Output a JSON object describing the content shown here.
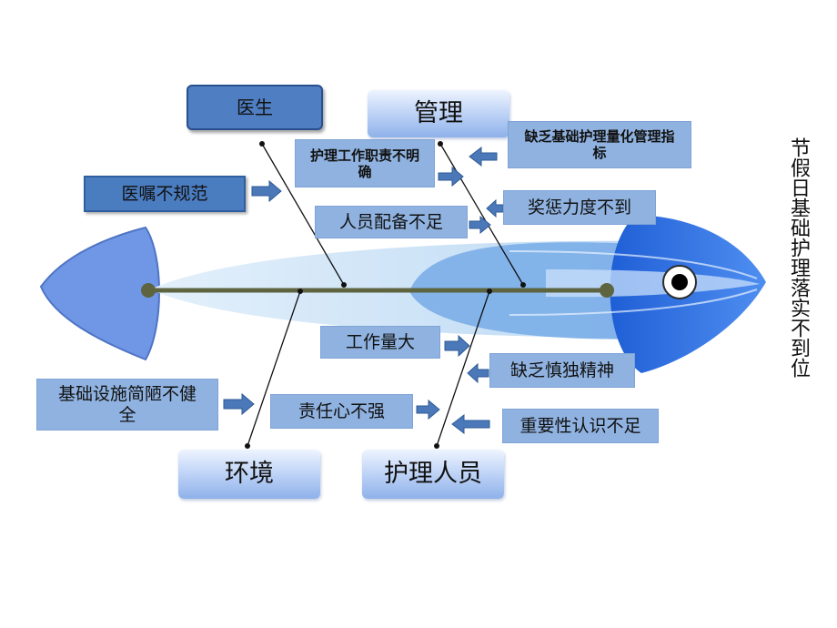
{
  "title": "节假日基础护理落实不到位",
  "categories": {
    "doctor": "医生",
    "management": "管理",
    "environment": "环境",
    "nursing_staff": "护理人员"
  },
  "causes": {
    "orders_nonstandard": "医嘱不规范",
    "duties_unclear": "护理工作职责不明确",
    "quant_mgmt_lacking": "缺乏基础护理量化管理指标",
    "staffing_insufficient": "人员配备不足",
    "incentives_weak": "奖惩力度不到",
    "heavy_workload": "工作量大",
    "lack_self_discipline": "缺乏慎独精神",
    "facilities_poor": "基础设施简陋不健全",
    "low_responsibility": "责任心不强",
    "low_awareness": "重要性认识不足"
  },
  "colors": {
    "spine": "#5e6440",
    "fish_light": "#c7e0f6",
    "fish_mid": "#7eb0e8",
    "fish_head": "#2a68dc",
    "tail": "#6f97e6",
    "arrow": "#4a78b8"
  }
}
